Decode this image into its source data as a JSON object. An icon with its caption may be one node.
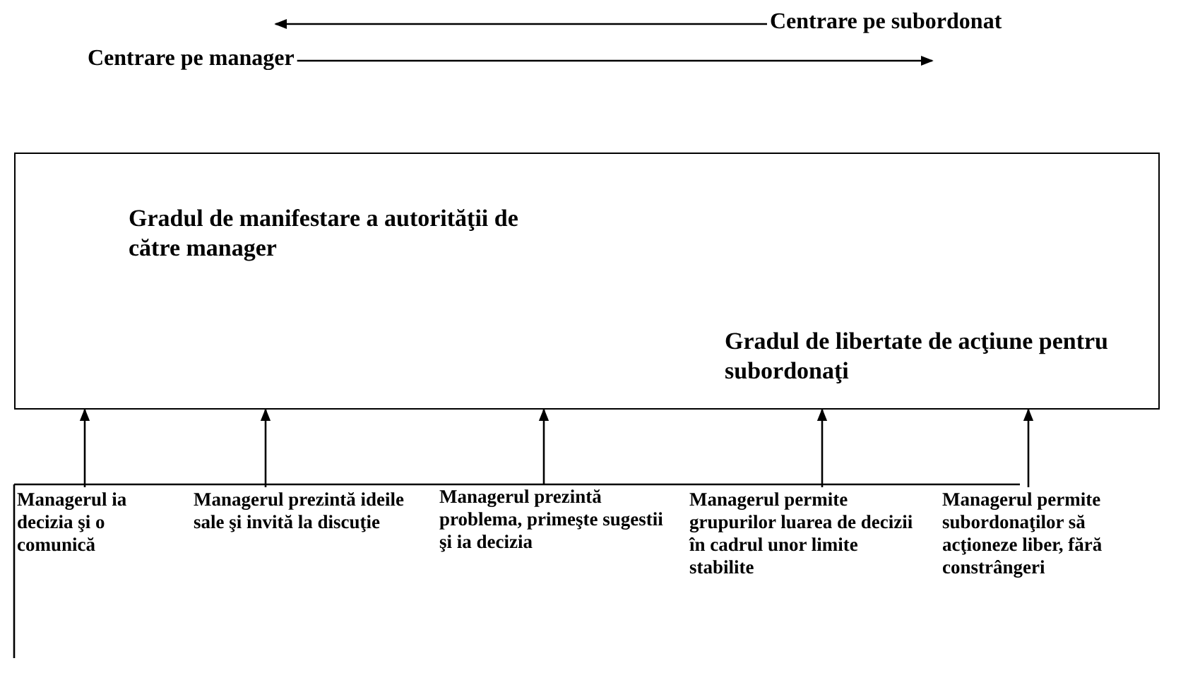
{
  "diagram": {
    "nodes": [
      {
        "text": [
          "Gradul de manifestare a autorităţii de către manager",
          "Gradul de libertate de acţiune pentru subordonaţi"
        ]
      },
      {
        "text": [
          "Managerul ia decizia şi o comunică"
        ]
      },
      {
        "text": [
          "Managerul prezintă ideile sale şi invită la discuţie"
        ]
      },
      {
        "text": [
          "Managerul prezintă problema, primeşte sugestii şi ia decizia"
        ]
      },
      {
        "text": [
          "Managerul permite grupurilor luarea de decizii în cadrul unor limite stabilite"
        ]
      },
      {
        "text": [
          "Managerul permite subordonaţilor să acţioneze liber, fără constrângeri"
        ]
      }
    ],
    "edges": [
      {
        "from": 1,
        "to": 0,
        "arrow": "to"
      },
      {
        "from": 2,
        "to": 0,
        "arrow": "to"
      },
      {
        "from": 3,
        "to": 0,
        "arrow": "to"
      },
      {
        "from": 4,
        "to": 0,
        "arrow": "to"
      },
      {
        "from": 5,
        "to": 0,
        "arrow": "to"
      }
    ],
    "labels": [
      "Centrare pe subordonat",
      "Centrare pe manager"
    ]
  }
}
